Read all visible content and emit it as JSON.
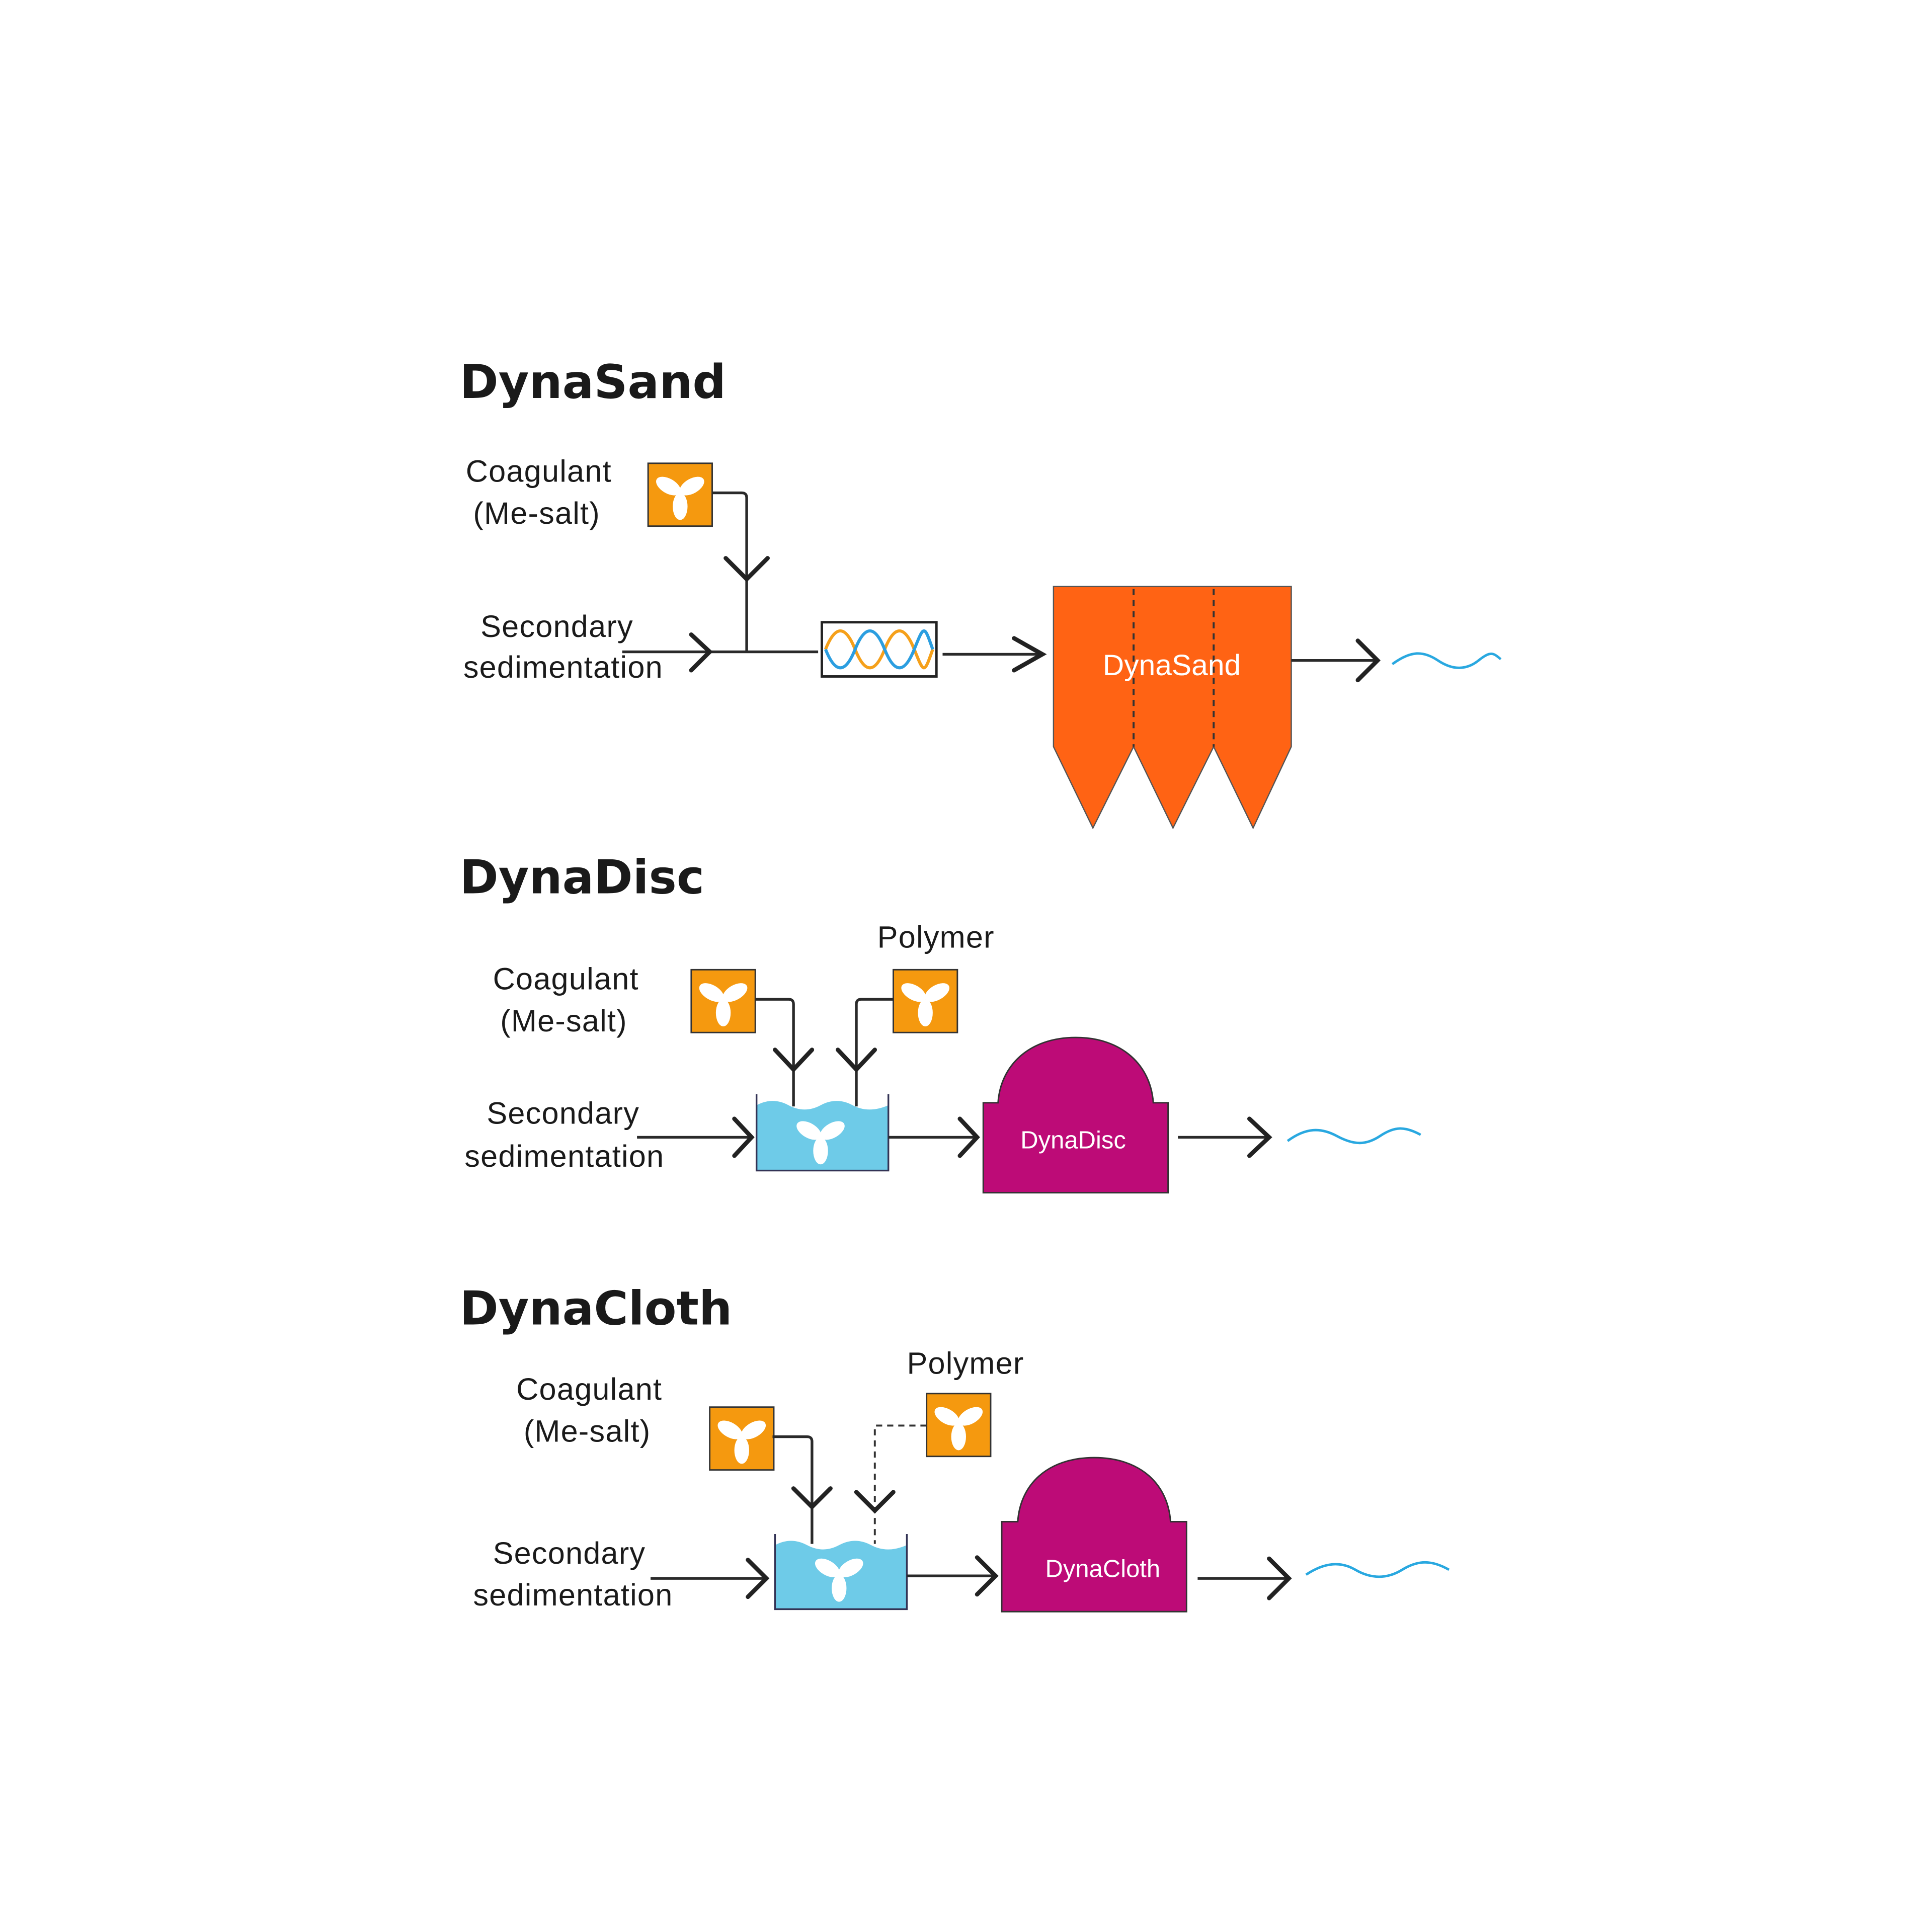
{
  "colors": {
    "dosing_box": "#f5990f",
    "dynasand": "#ff6314",
    "dynadisc": "#bd0b77",
    "tank_water": "#6ecbe8",
    "mixer_orange": "#f5a01a",
    "mixer_blue": "#2b9ee0",
    "effluent": "#29a8e0"
  },
  "icons": {
    "dosing": "propeller-icon",
    "flow": "chevron-arrow-icon",
    "effluent": "water-wave-icon",
    "mixer": "static-mixer-icon"
  },
  "sections": {
    "dynasand": {
      "title": "DynaSand",
      "coagulant_line1": "Coagulant",
      "coagulant_line2": "(Me-salt)",
      "influent_line1": "Secondary",
      "influent_line2": "sedimentation",
      "unit_label": "DynaSand"
    },
    "dynadisc": {
      "title": "DynaDisc",
      "coagulant_line1": "Coagulant",
      "coagulant_line2": "(Me-salt)",
      "polymer": "Polymer",
      "influent_line1": "Secondary",
      "influent_line2": "sedimentation",
      "unit_label": "DynaDisc"
    },
    "dynacloth": {
      "title": "DynaCloth",
      "coagulant_line1": "Coagulant",
      "coagulant_line2": "(Me-salt)",
      "polymer": "Polymer",
      "influent_line1": "Secondary",
      "influent_line2": "sedimentation",
      "unit_label": "DynaCloth"
    }
  }
}
